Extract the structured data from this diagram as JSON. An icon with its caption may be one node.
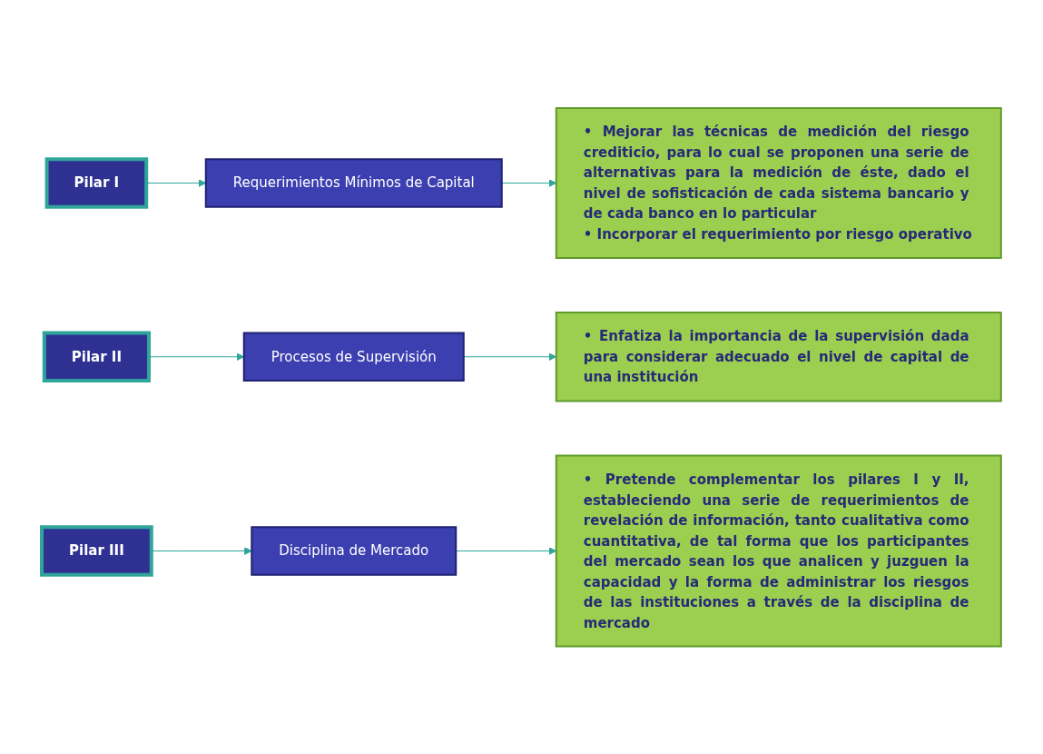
{
  "diagram": {
    "nodes": [
      {
        "text": [
          "Pilar I"
        ]
      },
      {
        "text": [
          "Requerimientos Mínimos de Capital"
        ]
      },
      {
        "text": [
          "• Mejorar las técnicas de medición del riesgo crediticio, para lo cual se proponen una serie de alternativas para la medición de éste, dado el nivel de sofisticación de cada sistema bancario y de cada banco en lo particular",
          "• Incorporar el requerimiento por riesgo operativo"
        ]
      },
      {
        "text": [
          "Pilar II"
        ]
      },
      {
        "text": [
          "Procesos de Supervisión"
        ]
      },
      {
        "text": [
          "• Enfatiza la importancia de la supervisión dada para considerar adecuado el nivel de capital de una institución"
        ]
      },
      {
        "text": [
          "Pilar III"
        ]
      },
      {
        "text": [
          "Disciplina de Mercado"
        ]
      },
      {
        "text": [
          "• Pretende complementar los pilares I y II, estableciendo una serie de requerimientos de revelación de información, tanto cualitativa como cuantitativa, de tal forma que los participantes del mercado sean los que analicen y juzguen la capacidad y la forma de administrar los riesgos de las instituciones a través de la disciplina de mercado"
        ]
      }
    ],
    "edges": [
      {
        "from": 0,
        "to": 1,
        "arrow": "to"
      },
      {
        "from": 1,
        "to": 2,
        "arrow": "to"
      },
      {
        "from": 3,
        "to": 4,
        "arrow": "to"
      },
      {
        "from": 4,
        "to": 5,
        "arrow": "to"
      },
      {
        "from": 6,
        "to": 7,
        "arrow": "to"
      },
      {
        "from": 7,
        "to": 8,
        "arrow": "to"
      }
    ]
  }
}
